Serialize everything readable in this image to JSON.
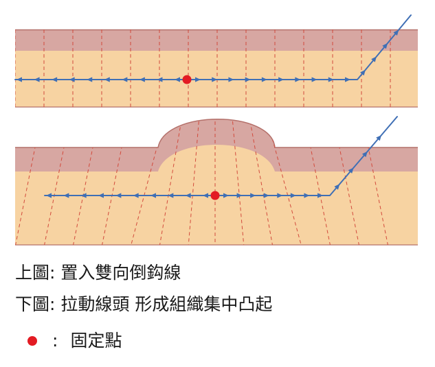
{
  "colors": {
    "band": "#d7a7a2",
    "tissue": "#f7d3a2",
    "edge": "#b4706a",
    "dash": "#d24a3c",
    "arrow": "#3f6fb5",
    "fixed_point": "#e31b23"
  },
  "icons": {
    "fixed_point": "red-dot-icon",
    "arrow": "arrowhead-icon"
  },
  "captions": {
    "top": "上圖: 置入雙向倒鈎線",
    "bottom": "下圖: 拉動線頭 形成組織集中凸起"
  },
  "legend": {
    "colon": ":",
    "label": "固定點"
  }
}
